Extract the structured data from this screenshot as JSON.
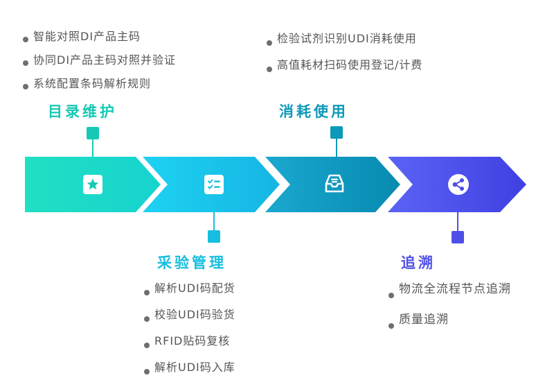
{
  "stages": [
    {
      "title": "目录维护",
      "color": "#17c9b4",
      "icon": "star-badge-icon",
      "bullets": [
        "智能对照DI产品主码",
        "协同DI产品主码对照并验证",
        "系统配置条码解析规则"
      ]
    },
    {
      "title": "采验管理",
      "color": "#18bedf",
      "icon": "checklist-icon",
      "bullets": [
        "解析UDI码配货",
        "校验UDI码验货",
        "RFID贴码复核",
        "解析UDI码入库"
      ]
    },
    {
      "title": "消耗使用",
      "color": "#0b99b9",
      "icon": "inbox-tray-icon",
      "bullets": [
        "检验试剂识别UDI消耗使用",
        "高值耗材扫码使用登记/计费"
      ]
    },
    {
      "title": "追溯",
      "color": "#4f4fe8",
      "icon": "share-node-icon",
      "bullets": [
        "物流全流程节点追溯",
        "质量追溯"
      ]
    }
  ]
}
